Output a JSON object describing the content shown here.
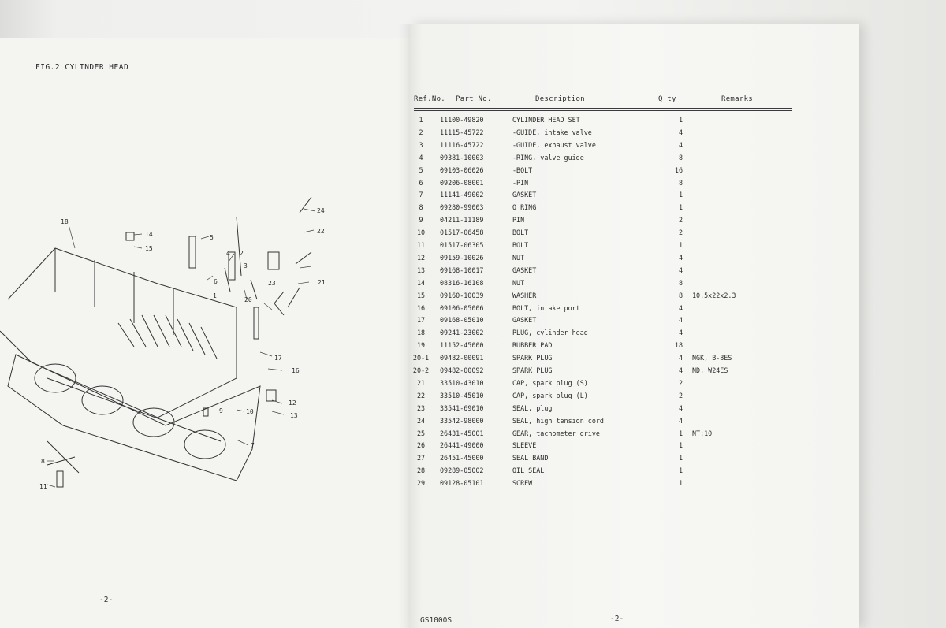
{
  "figure_title": "FIG.2  CYLINDER HEAD",
  "left_page_number": "-2-",
  "right_page_number": "-2-",
  "model_code": "GS1000S",
  "table": {
    "headers": {
      "ref": "Ref.No.",
      "part": "Part  No.",
      "description": "Description",
      "qty": "Q'ty",
      "remarks": "Remarks"
    },
    "rows": [
      {
        "ref": "1",
        "part": "11100-49820",
        "desc": "CYLINDER HEAD SET",
        "qty": "1",
        "rem": ""
      },
      {
        "ref": "2",
        "part": "11115-45722",
        "desc": "-GUIDE, intake valve",
        "qty": "4",
        "rem": ""
      },
      {
        "ref": "3",
        "part": "11116-45722",
        "desc": "-GUIDE, exhaust valve",
        "qty": "4",
        "rem": ""
      },
      {
        "ref": "4",
        "part": "09381-10003",
        "desc": "-RING, valve guide",
        "qty": "8",
        "rem": ""
      },
      {
        "ref": "5",
        "part": "09103-06026",
        "desc": "-BOLT",
        "qty": "16",
        "rem": ""
      },
      {
        "ref": "6",
        "part": "09206-08001",
        "desc": "-PIN",
        "qty": "8",
        "rem": ""
      },
      {
        "ref": "7",
        "part": "11141-49002",
        "desc": "GASKET",
        "qty": "1",
        "rem": ""
      },
      {
        "ref": "8",
        "part": "09280-99003",
        "desc": "O RING",
        "qty": "1",
        "rem": ""
      },
      {
        "ref": "9",
        "part": "04211-11189",
        "desc": "PIN",
        "qty": "2",
        "rem": ""
      },
      {
        "ref": "10",
        "part": "01517-06458",
        "desc": "BOLT",
        "qty": "2",
        "rem": ""
      },
      {
        "ref": "11",
        "part": "01517-06305",
        "desc": "BOLT",
        "qty": "1",
        "rem": ""
      },
      {
        "ref": "12",
        "part": "09159-10026",
        "desc": "NUT",
        "qty": "4",
        "rem": ""
      },
      {
        "ref": "13",
        "part": "09168-10017",
        "desc": "GASKET",
        "qty": "4",
        "rem": ""
      },
      {
        "ref": "14",
        "part": "08316-16108",
        "desc": "NUT",
        "qty": "8",
        "rem": ""
      },
      {
        "ref": "15",
        "part": "09160-10039",
        "desc": "WASHER",
        "qty": "8",
        "rem": "10.5x22x2.3"
      },
      {
        "ref": "16",
        "part": "09106-05006",
        "desc": "BOLT, intake port",
        "qty": "4",
        "rem": ""
      },
      {
        "ref": "17",
        "part": "09168-05010",
        "desc": "GASKET",
        "qty": "4",
        "rem": ""
      },
      {
        "ref": "18",
        "part": "09241-23002",
        "desc": "PLUG, cylinder head",
        "qty": "4",
        "rem": ""
      },
      {
        "ref": "19",
        "part": "11152-45000",
        "desc": "RUBBER PAD",
        "qty": "18",
        "rem": ""
      },
      {
        "ref": "20-1",
        "part": "09482-00091",
        "desc": "SPARK PLUG",
        "qty": "4",
        "rem": "NGK, B-8ES"
      },
      {
        "ref": "20-2",
        "part": "09482-00092",
        "desc": "SPARK PLUG",
        "qty": "4",
        "rem": "ND, W24ES"
      },
      {
        "ref": "21",
        "part": "33510-43010",
        "desc": "CAP, spark plug (S)",
        "qty": "2",
        "rem": ""
      },
      {
        "ref": "22",
        "part": "33510-45010",
        "desc": "CAP, spark plug (L)",
        "qty": "2",
        "rem": ""
      },
      {
        "ref": "23",
        "part": "33541-69010",
        "desc": "SEAL, plug",
        "qty": "4",
        "rem": ""
      },
      {
        "ref": "24",
        "part": "33542-98000",
        "desc": "SEAL, high tension cord",
        "qty": "4",
        "rem": ""
      },
      {
        "ref": "25",
        "part": "26431-45001",
        "desc": "GEAR, tachometer drive",
        "qty": "1",
        "rem": "NT:10"
      },
      {
        "ref": "26",
        "part": "26441-49000",
        "desc": "SLEEVE",
        "qty": "1",
        "rem": ""
      },
      {
        "ref": "27",
        "part": "26451-45000",
        "desc": "SEAL BAND",
        "qty": "1",
        "rem": ""
      },
      {
        "ref": "28",
        "part": "09289-05002",
        "desc": "OIL SEAL",
        "qty": "1",
        "rem": ""
      },
      {
        "ref": "29",
        "part": "09128-05101",
        "desc": "SCREW",
        "qty": "1",
        "rem": ""
      }
    ]
  },
  "callouts": [
    "18",
    "14",
    "15",
    "5",
    "6",
    "4",
    "2",
    "3",
    "1",
    "20",
    "23",
    "24",
    "22",
    "21",
    "17",
    "16",
    "9",
    "10",
    "12",
    "13",
    "7",
    "8",
    "11"
  ]
}
